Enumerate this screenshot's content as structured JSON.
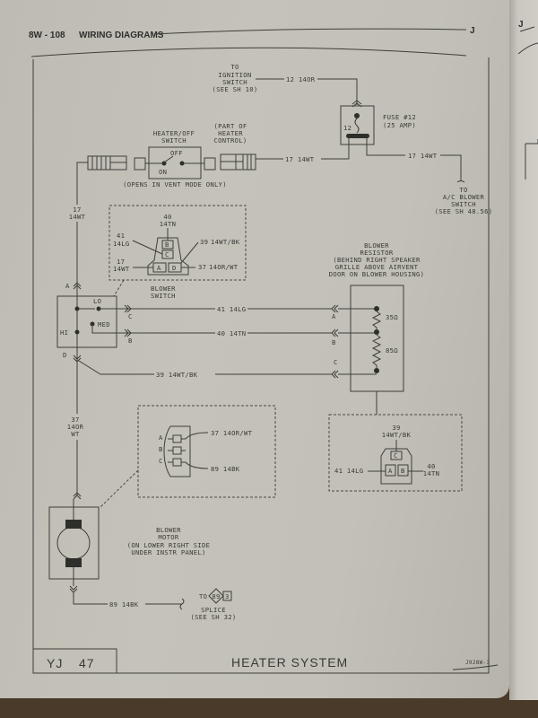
{
  "header": {
    "page_ref": "8W - 108",
    "section_title": "WIRING DIAGRAMS",
    "chapter_letter": "J",
    "next_page_letter": "J"
  },
  "footer": {
    "model_code": "YJ",
    "page_number": "47",
    "system_title": "HEATER SYSTEM",
    "drawing_id": "J928W-3"
  },
  "components": {
    "ignition_switch": {
      "lines": [
        "TO",
        "IGNITION",
        "SWITCH",
        "(SEE SH 10)"
      ]
    },
    "fuse": {
      "cavity": "12",
      "lines": [
        "FUSE #12",
        "(25 AMP)"
      ]
    },
    "ac_blower_switch": {
      "lines": [
        "TO",
        "A/C BLOWER",
        "SWITCH",
        "(SEE SH 48.56)"
      ]
    },
    "heater_off_switch": {
      "lines": [
        "HEATER/OFF",
        "SWITCH"
      ],
      "part_of": [
        "(PART OF",
        "HEATER",
        "CONTROL)"
      ],
      "off_label": "OFF",
      "on_label": "ON",
      "note": "(OPENS IN VENT MODE ONLY)"
    },
    "blower_switch": {
      "lines": [
        "BLOWER",
        "SWITCH"
      ],
      "positions": {
        "lo": "LO",
        "med": "MED",
        "hi": "HI"
      },
      "pins": {
        "a": "A",
        "b": "B",
        "c": "C",
        "d": "D"
      }
    },
    "blower_switch_connector": {
      "wires": [
        {
          "circuit": "40",
          "gauge_color": "14TN"
        },
        {
          "circuit": "41",
          "gauge_color": "14LG"
        },
        {
          "circuit": "39",
          "gauge_color": "14WT/BK"
        },
        {
          "circuit": "17",
          "gauge_color": "14WT"
        },
        {
          "circuit": "37",
          "gauge_color": "14OR/WT"
        }
      ],
      "pins": [
        "B",
        "C",
        "A",
        "D"
      ]
    },
    "blower_resistor": {
      "lines": [
        "BLOWER",
        "RESISTOR",
        "(BEHIND RIGHT SPEAKER",
        "GRILLE ABOVE AIRVENT",
        "DOOR ON BLOWER HOUSING)"
      ],
      "resistances": [
        "35Ω",
        "85Ω"
      ],
      "pins": [
        "A",
        "B",
        "C"
      ]
    },
    "resistor_connector": {
      "top_wire": [
        "39",
        "14WT/BK"
      ],
      "left_wire": "41 14LG",
      "right_wire": [
        "40",
        "14TN"
      ],
      "pins": [
        "C",
        "A",
        "B"
      ]
    },
    "motor_connector": {
      "pins": [
        "A",
        "B",
        "C"
      ],
      "wire_a": "37 14OR/WT",
      "wire_c": "89 14BK"
    },
    "blower_motor": {
      "lines": [
        "BLOWER",
        "MOTOR",
        "(ON LOWER RIGHT SIDE",
        "UNDER INSTR PANEL)"
      ]
    },
    "splice": {
      "to_label": "TO",
      "splice_id": "89",
      "sheet": "3",
      "lines": [
        "SPLICE",
        "(SEE SH 32)"
      ]
    }
  },
  "wires": {
    "ign_feed": "12 14OR",
    "fuse_to_switch": "17 14WT",
    "fuse_to_ac": "17 14WT",
    "switch_to_blower_a": [
      "17",
      "14WT"
    ],
    "lo": "41 14LG",
    "med": "40 14TN",
    "hi": "39 14WT/BK",
    "motor_feed": [
      "37",
      "14OR",
      "WT"
    ],
    "ground": "89 14BK"
  }
}
